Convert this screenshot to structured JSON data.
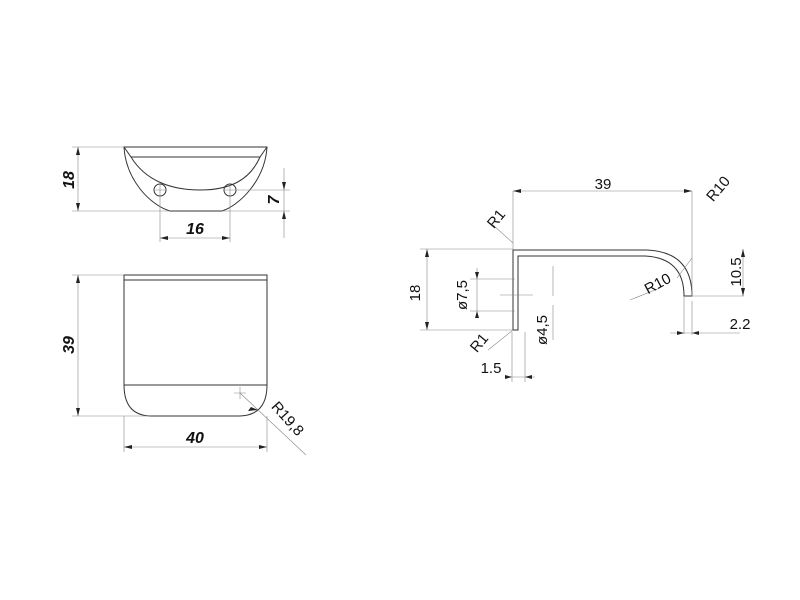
{
  "title": "Handle technical drawing",
  "top_view": {
    "dims": {
      "height": "18",
      "hole_spacing": "16",
      "hole_offset": "7"
    }
  },
  "front_view": {
    "dims": {
      "height": "39",
      "width": "40",
      "radius": "R19,8"
    }
  },
  "side_view": {
    "dims": {
      "length": "39",
      "height": "18",
      "outer_radius": "R10",
      "inner_radius": "R10",
      "radius_top": "R1",
      "radius_bottom": "R1",
      "hole_large": "ø7,5",
      "hole_small": "ø4,5",
      "drop": "10.5",
      "lip": "2.2",
      "thickness": "1.5"
    }
  }
}
